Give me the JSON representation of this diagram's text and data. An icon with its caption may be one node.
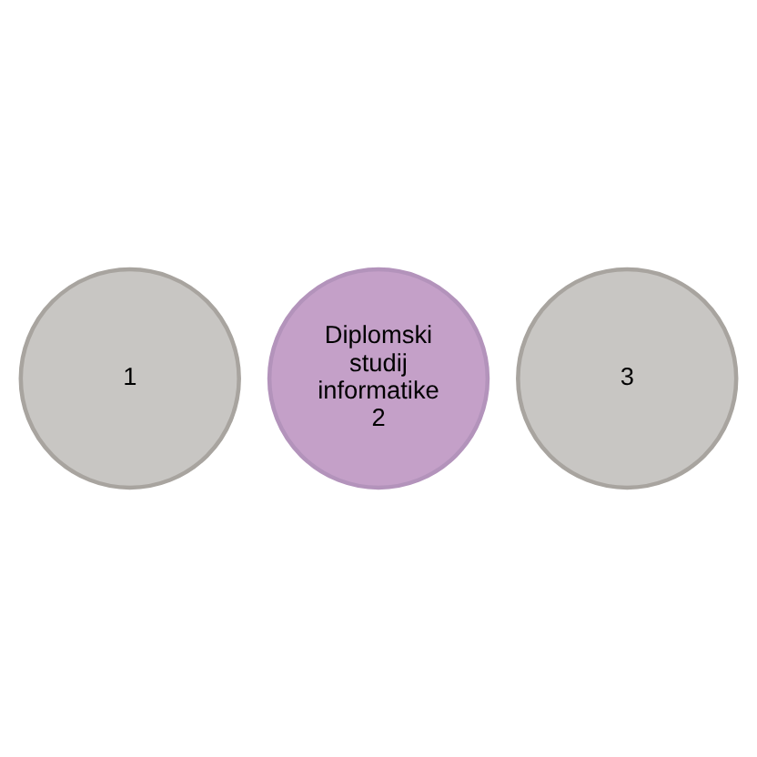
{
  "diagram": {
    "nodes": [
      {
        "text": [
          "1"
        ]
      },
      {
        "text": [
          "Diplomski studij informatike",
          "2"
        ]
      },
      {
        "text": [
          "3"
        ]
      }
    ]
  }
}
